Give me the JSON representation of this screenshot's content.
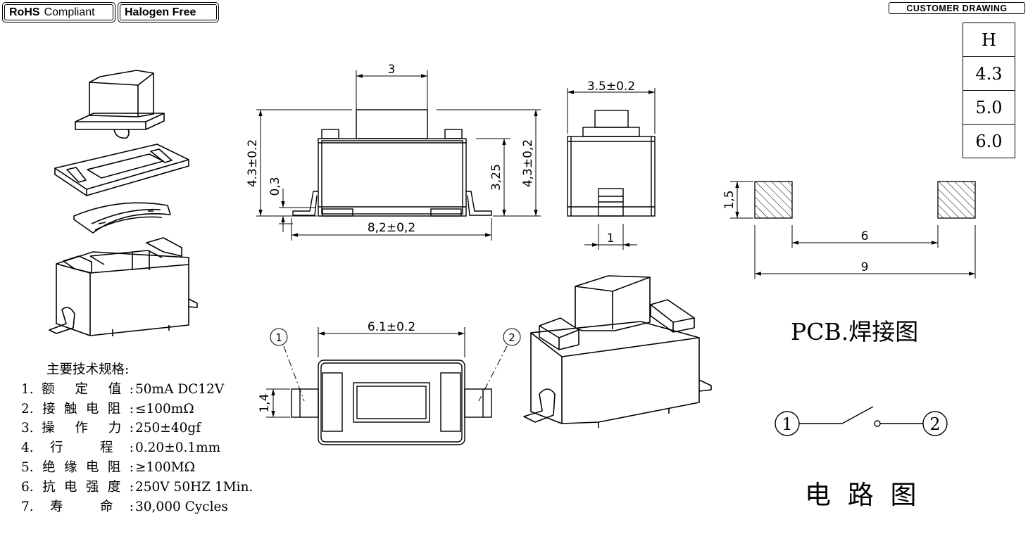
{
  "badges": {
    "rohs_bold": "RoHS",
    "rohs_text": "Compliant",
    "halogen": "Halogen Free"
  },
  "customer_drawing": "CUSTOMER DRAWING",
  "height_table": {
    "header": "H",
    "values": [
      "4.3",
      "5.0",
      "6.0"
    ]
  },
  "dims": {
    "front_top": "3",
    "front_height_left": "4.3±0.2",
    "front_standoff": "0,3",
    "front_body": "3,25",
    "front_height_right": "4,3±0,2",
    "front_width": "8,2±0,2",
    "side_width": "3.5±0.2",
    "side_pin": "1",
    "pcb_pad": "1,5",
    "pcb_inner": "6",
    "pcb_outer": "9",
    "top_width": "6.1±0.2",
    "top_pin": "1,4"
  },
  "pins": {
    "p1": "1",
    "p2": "2"
  },
  "pcb_label": "PCB.焊接图",
  "circuit_label": "电 路 图",
  "specs": {
    "title": "主要技术规格:",
    "rows": [
      {
        "label": "1.额 定 值:",
        "value": "50mA DC12V"
      },
      {
        "label": "2.接触电阻:",
        "value": "≤100mΩ"
      },
      {
        "label": "3.操 作 力:",
        "value": "250±40gf"
      },
      {
        "label": "4.行    程:",
        "value": "0.20±0.1mm"
      },
      {
        "label": "5.绝缘电阻:",
        "value": "≥100MΩ"
      },
      {
        "label": "6.抗电强度:",
        "value": "250V 50HZ 1Min."
      },
      {
        "label": "7.寿    命:",
        "value": "30,000 Cycles"
      }
    ]
  }
}
